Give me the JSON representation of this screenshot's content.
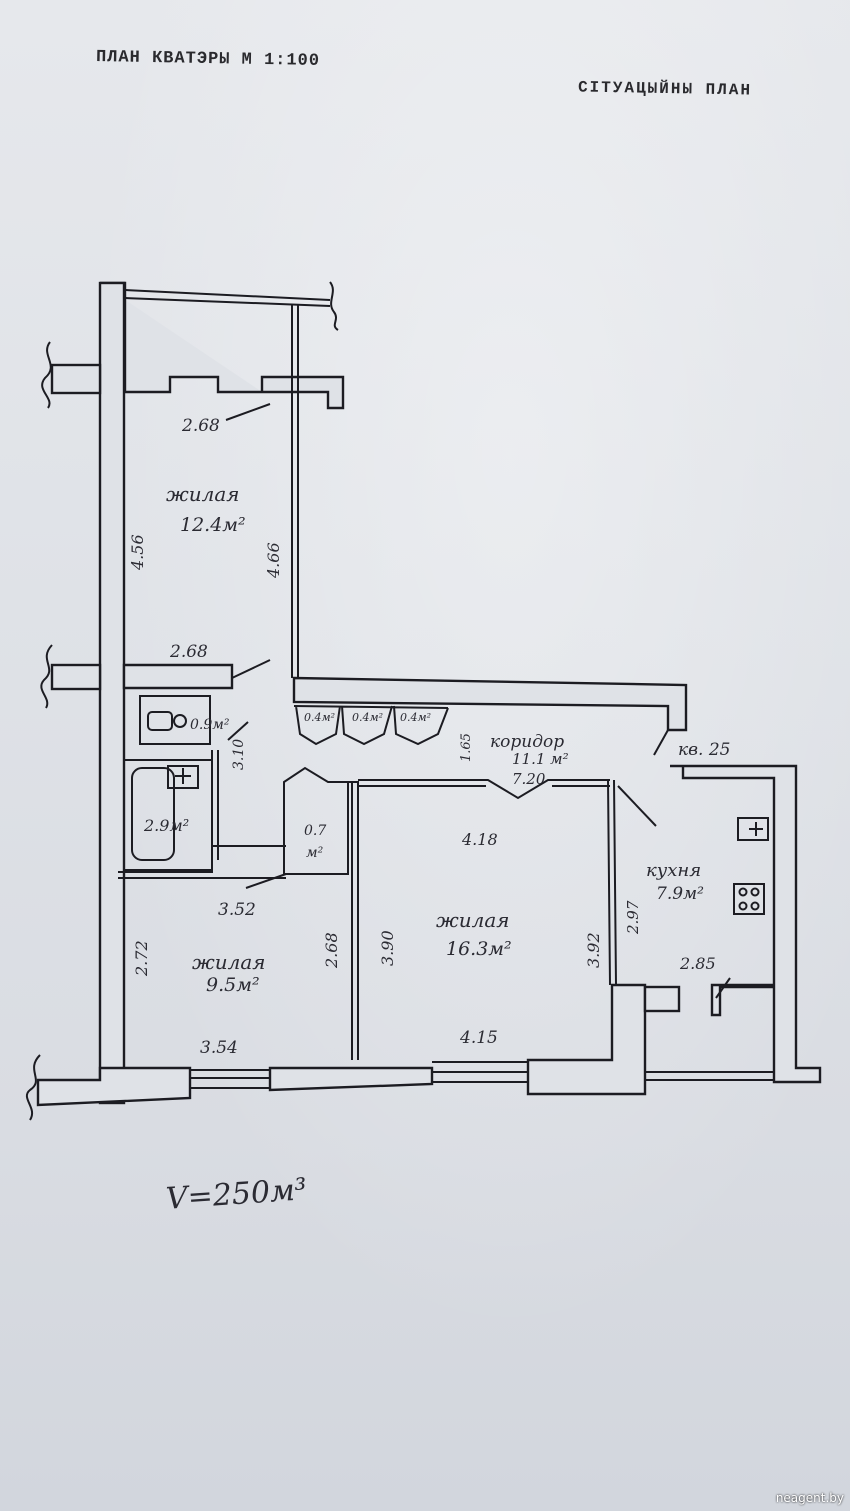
{
  "header": {
    "title": "ПЛАН КВАТЭРЫ М 1:100",
    "situation": "СІТУАЦЫЙНЫ ПЛАН"
  },
  "rooms": {
    "living_top": {
      "name": "жилая",
      "area": "12.4м²",
      "dim_width": "2.68",
      "dim_width_bottom": "2.68",
      "dim_left": "4.56",
      "dim_right": "4.66"
    },
    "wc": {
      "area": "0.9м²"
    },
    "bath": {
      "area": "2.9м²",
      "dim": "3.10"
    },
    "closets": [
      "0.4м²",
      "0.4м²",
      "0.4м²"
    ],
    "corridor": {
      "name": "коридор",
      "area": "11.1 м²",
      "length": "7.20",
      "width": "1.65"
    },
    "apartment_no": "кв. 25",
    "storage": {
      "area_value": "0.7",
      "area_unit": "м²"
    },
    "living_small": {
      "name": "жилая",
      "area": "9.5м²",
      "dim_top": "3.52",
      "dim_bottom": "3.54",
      "dim_left": "2.72",
      "dim_right": "2.68"
    },
    "living_big": {
      "name": "жилая",
      "area": "16.3м²",
      "dim_top": "4.18",
      "dim_bottom": "4.15",
      "dim_left": "3.90",
      "dim_right": "3.92"
    },
    "kitchen": {
      "name": "кухня",
      "area": "7.9м²",
      "dim_left": "2.97",
      "dim_bottom": "2.85"
    }
  },
  "volume": "V=250м³",
  "watermark": "neagent.by",
  "colors": {
    "ink": "#1c1c22",
    "paper": "#e2e5ea",
    "wall_fill": "#dde0e6"
  }
}
